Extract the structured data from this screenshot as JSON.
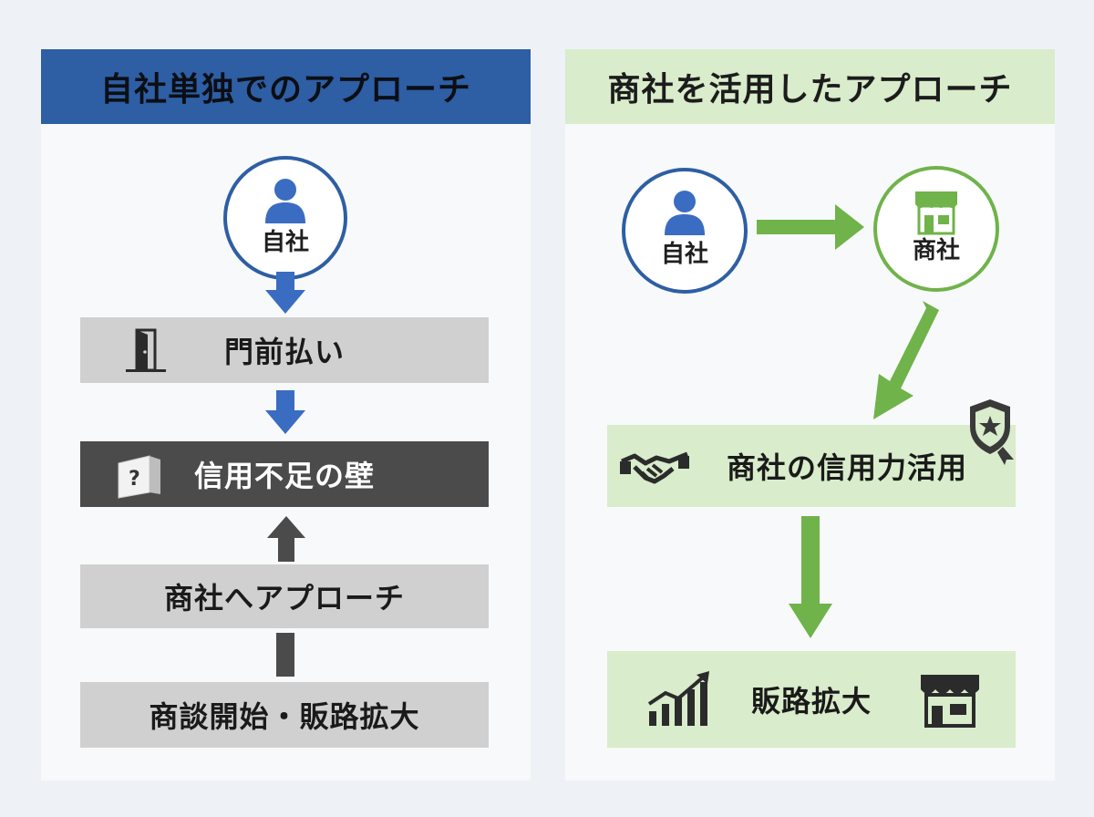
{
  "left": {
    "header": "自社単独でのアプローチ",
    "self_label": "自社",
    "box1": "門前払い",
    "box2": "信用不足の壁",
    "box3": "商社へアプローチ",
    "box4": "商談開始・販路拡大",
    "colors": {
      "header": "#2e5ea4",
      "arrow": "#3a6cc2",
      "gray_box": "#d0d0d0",
      "dark_box": "#4b4b4b"
    },
    "icons": [
      "person-icon",
      "door-icon",
      "question-wall-icon"
    ]
  },
  "right": {
    "header": "商社を活用したアプローチ",
    "self_label": "自社",
    "trading_label": "商社",
    "box1": "商社の信用力活用",
    "box2": "販路拡大",
    "colors": {
      "header": "#d9eccb",
      "arrow": "#6fb34a",
      "box": "#d9eccb"
    },
    "icons": [
      "person-icon",
      "storefront-icon",
      "handshake-icon",
      "shield-badge-icon",
      "growth-chart-icon",
      "shop-icon"
    ]
  }
}
